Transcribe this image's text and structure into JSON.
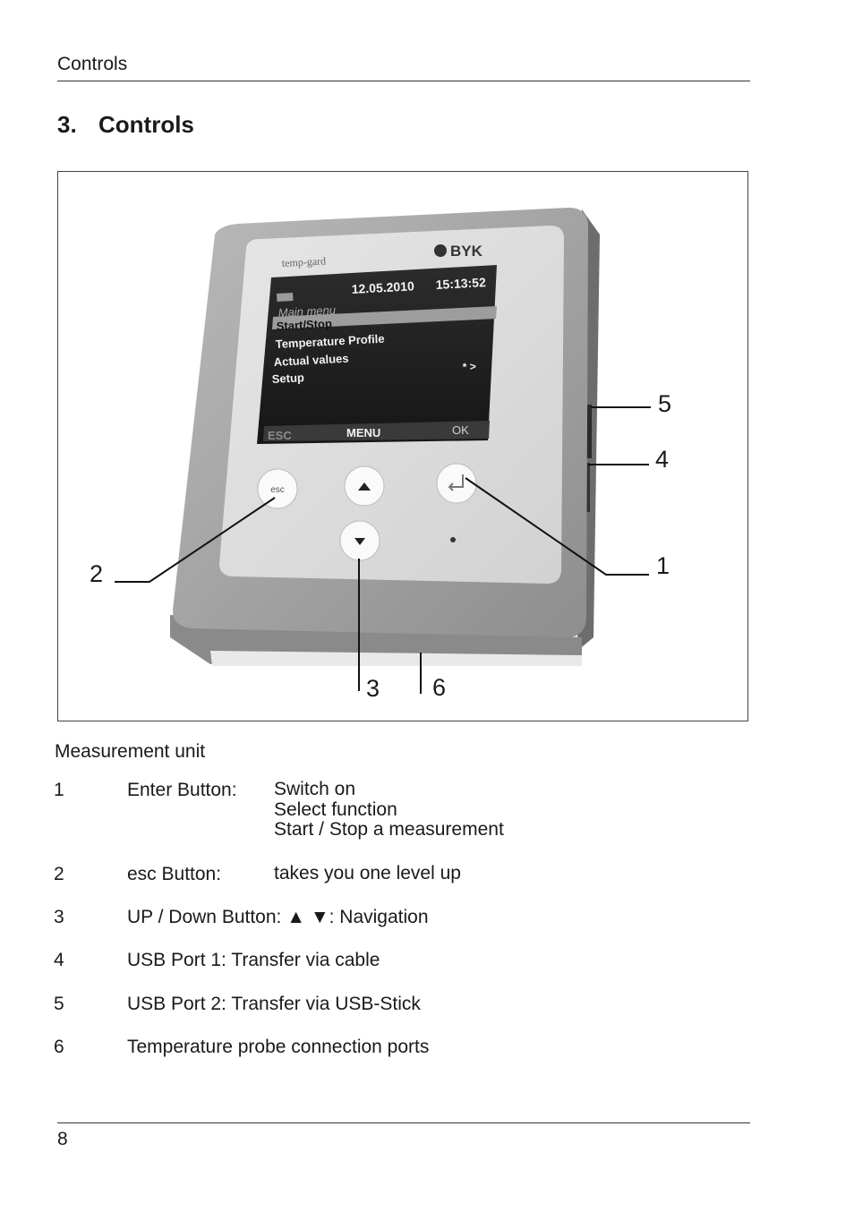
{
  "header": {
    "section": "Controls"
  },
  "title": {
    "number": "3.",
    "text": "Controls"
  },
  "device": {
    "brand_left": "temp-gard",
    "brand_right": "BYK",
    "screen": {
      "date": "12.05.2010",
      "time": "15:13:52",
      "menu_title": "Main menu",
      "menu_items": [
        "Start/Stop",
        "Temperature Profile",
        "Actual values",
        "Setup"
      ],
      "arrow_indicator": "* >",
      "softkeys": [
        "ESC",
        "MENU",
        "OK"
      ]
    },
    "esc_key": "esc",
    "callouts": [
      "5",
      "4",
      "1",
      "2",
      "3",
      "6"
    ]
  },
  "caption": "Measurement unit",
  "items": [
    {
      "number": "1",
      "label": "Enter Button:",
      "lines": [
        "Switch on",
        "Select function",
        "Start / Stop a measurement"
      ]
    },
    {
      "number": "2",
      "label": "esc Button:",
      "lines": [
        "takes you one level up"
      ]
    },
    {
      "number": "3",
      "label": "UP / Down Button: ▲ ▼: Navigation"
    },
    {
      "number": "4",
      "label": "USB Port 1: Transfer via cable"
    },
    {
      "number": "5",
      "label": "USB Port 2: Transfer via USB-Stick"
    },
    {
      "number": "6",
      "label": "Temperature probe connection ports"
    }
  ],
  "footer": {
    "page_number": "8"
  }
}
